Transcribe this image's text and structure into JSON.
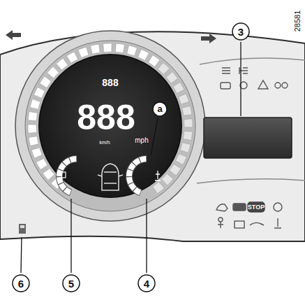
{
  "diagram": {
    "labels": [
      "28581",
      "3",
      "a",
      "4",
      "5",
      "6",
      "888",
      "888",
      "km/h",
      "mph",
      "STOP"
    ]
  }
}
